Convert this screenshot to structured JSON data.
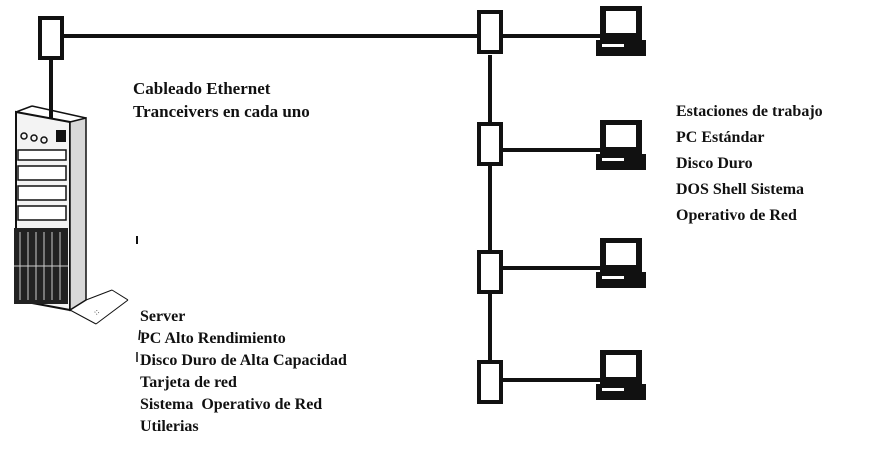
{
  "cable_label": {
    "line1": "Cableado Ethernet",
    "line2": "Tranceivers en cada uno"
  },
  "workstations_label": {
    "line1": "Estaciones de trabajo",
    "line2": "PC Estándar",
    "line3": "Disco Duro",
    "line4": "DOS Shell Sistema",
    "line5": "Operativo de Red"
  },
  "server_label": {
    "line1": "Server",
    "line2": "PC Alto Rendimiento",
    "line3": "Disco Duro de Alta Capacidad",
    "line4": "Tarjeta de red",
    "line5": "Sistema  Operativo de Red",
    "line6": "Utilerias"
  },
  "colors": {
    "ink": "#111111",
    "background": "#ffffff"
  },
  "icons": [
    "server-icon",
    "transceiver-icon",
    "workstation-icon"
  ]
}
